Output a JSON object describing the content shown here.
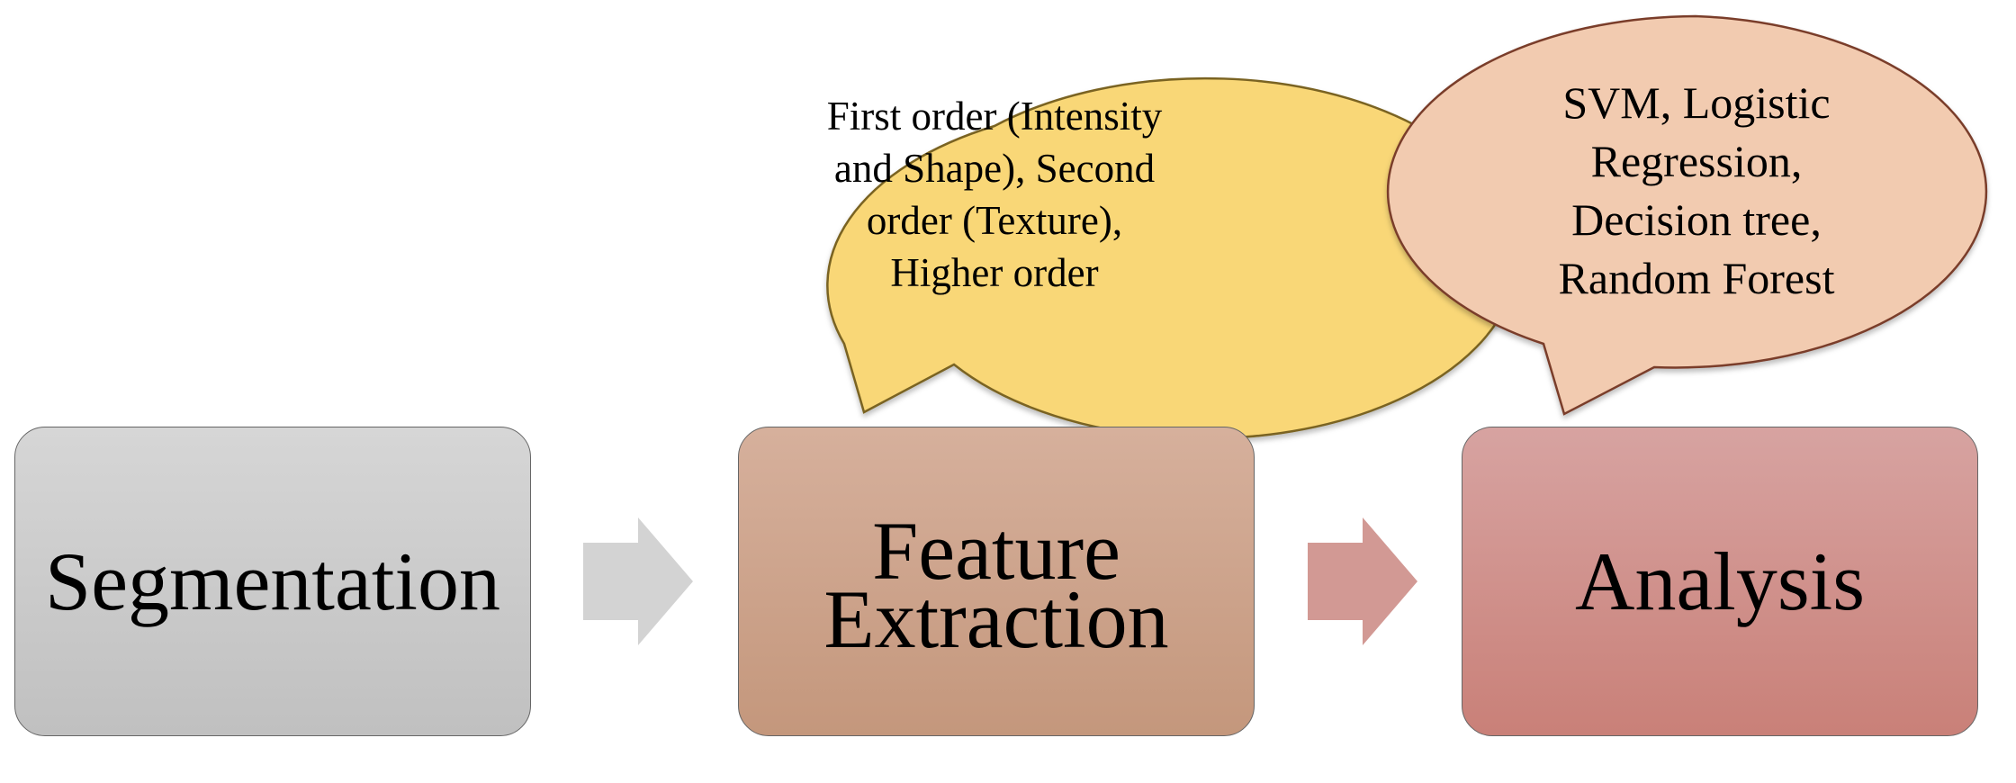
{
  "steps": [
    {
      "label": "Segmentation"
    },
    {
      "label": "Feature\nExtraction"
    },
    {
      "label": "Analysis"
    }
  ],
  "callouts": [
    {
      "step": "Feature Extraction",
      "text": "First order (Intensity\nand Shape), Second\norder (Texture),\nHigher order",
      "color": "#f9d777"
    },
    {
      "step": "Analysis",
      "text": "SVM, Logistic\nRegression,\nDecision tree,\nRandom Forest",
      "color": "#f2cbb0"
    }
  ],
  "colors": {
    "segmentation": "#cccccc",
    "feature_extraction": "#cda48c",
    "analysis": "#d0918c",
    "arrow_1": "#d3d3d3",
    "arrow_2": "#d29994"
  }
}
